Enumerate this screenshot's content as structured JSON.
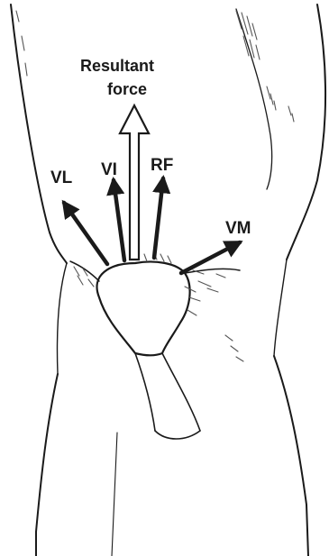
{
  "diagram": {
    "resultant_label_line1": "Resultant",
    "resultant_label_line2": "force",
    "vectors": [
      {
        "id": "vl",
        "label": "VL"
      },
      {
        "id": "vi",
        "label": "VI"
      },
      {
        "id": "rf",
        "label": "RF"
      },
      {
        "id": "vm",
        "label": "VM"
      }
    ],
    "colors": {
      "line": "#1a1a1a",
      "shade": "#555555",
      "background": "#ffffff",
      "resultant_fill": "#ffffff"
    }
  }
}
